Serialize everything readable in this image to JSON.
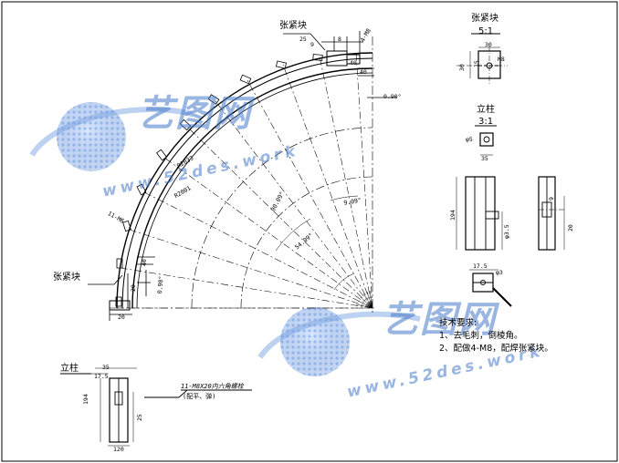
{
  "labels": {
    "clamp_block_top": "张紧块",
    "clamp_block_left": "张紧块",
    "column_bottom": "立柱",
    "detail_clamp_title": "张紧块",
    "detail_clamp_scale": "5:1",
    "detail_column_title": "立柱",
    "detail_column_scale": "3:1",
    "bolt_note_line1": "11-M8X20内六角螺栓",
    "bolt_note_line2": "(配平、弹)"
  },
  "tech_requirements": {
    "title": "技术要求:",
    "items": [
      "1、去毛刺，倒棱角。",
      "2、配做4-M8，配焊张紧块。"
    ]
  },
  "dimensions": {
    "r2033": "R2033",
    "r2001": "R2001",
    "m6": "11-M6",
    "angle_9": "9.09°",
    "angle_54": "54.09°",
    "angle_90": "0.90°",
    "angle_0902": "0.90°",
    "angle_9009": "90.09°",
    "d_9": "9",
    "d_40_a": "40",
    "d_40_b": "40",
    "d_20": "20",
    "d_25": "25",
    "d_m8": "4-M8",
    "d_8": "8",
    "d_30": "30",
    "d_35": "35",
    "d_194": "194",
    "d_175": "17.5",
    "d_phi5": "φ5",
    "d_m8_b": "M8",
    "d_15": "15",
    "d_9_b": "9",
    "d_phi3": "φ3",
    "d_phi35": "φ3.5",
    "d_120": "120"
  },
  "watermark": {
    "logo_text": "艺图网",
    "url_text": "www.52des.work",
    "url_text_2": "www.52des.work"
  },
  "colors": {
    "line": "#000000",
    "watermark": "#4678c8"
  }
}
